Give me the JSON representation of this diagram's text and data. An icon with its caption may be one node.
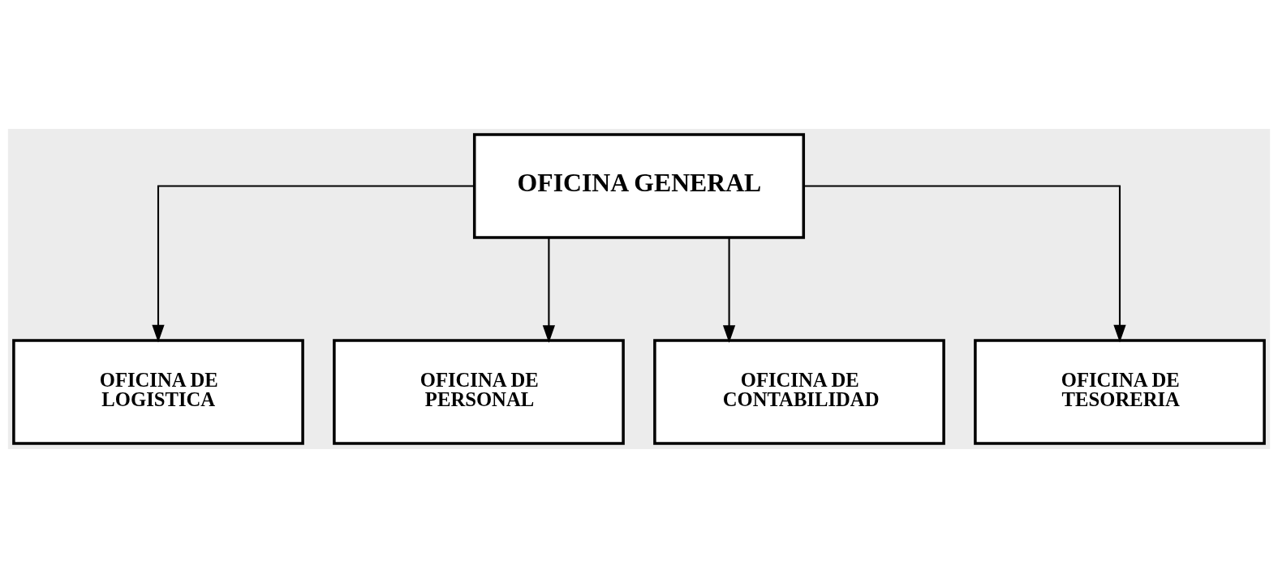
{
  "diagram": {
    "nodes": [
      {
        "text": [
          "OFICINA GENERAL"
        ]
      },
      {
        "text": [
          "OFICINA DE LOGISTICA"
        ]
      },
      {
        "text": [
          "OFICINA DE PERSONAL"
        ]
      },
      {
        "text": [
          "OFICINA DE CONTABILIDAD"
        ]
      },
      {
        "text": [
          "OFICINA DE TESORERIA"
        ]
      }
    ],
    "edges": [
      {
        "from": 0,
        "to": 1,
        "arrow": "to"
      },
      {
        "from": 0,
        "to": 2,
        "arrow": "to"
      },
      {
        "from": 0,
        "to": 3,
        "arrow": "to"
      },
      {
        "from": 0,
        "to": 4,
        "arrow": "to"
      }
    ]
  }
}
